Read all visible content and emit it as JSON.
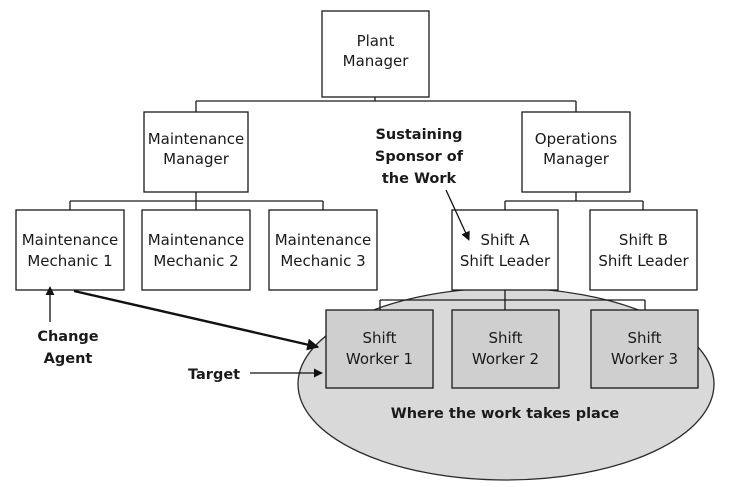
{
  "nodes": {
    "plant_manager": [
      "Plant",
      "Manager"
    ],
    "maintenance_manager": [
      "Maintenance",
      "Manager"
    ],
    "operations_manager": [
      "Operations",
      "Manager"
    ],
    "mechanic_1": [
      "Maintenance",
      "Mechanic 1"
    ],
    "mechanic_2": [
      "Maintenance",
      "Mechanic 2"
    ],
    "mechanic_3": [
      "Maintenance",
      "Mechanic 3"
    ],
    "shift_a_leader": [
      "Shift A",
      "Shift Leader"
    ],
    "shift_b_leader": [
      "Shift B",
      "Shift Leader"
    ],
    "worker_1": [
      "Shift",
      "Worker 1"
    ],
    "worker_2": [
      "Shift",
      "Worker 2"
    ],
    "worker_3": [
      "Shift",
      "Worker 3"
    ]
  },
  "annotations": {
    "sustaining_sponsor": [
      "Sustaining",
      "Sponsor of",
      "the Work"
    ],
    "change_agent": [
      "Change",
      "Agent"
    ],
    "target": "Target",
    "work_area": "Where the work takes place"
  }
}
